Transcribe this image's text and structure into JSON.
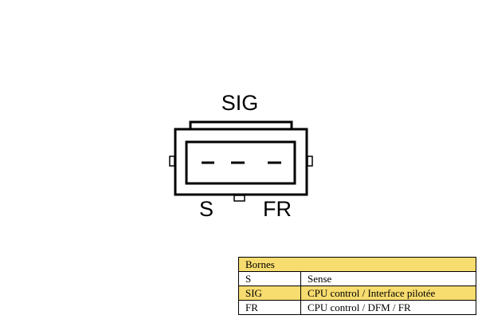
{
  "diagram": {
    "top_pin_label": "SIG",
    "bottom_left_pin_label": "S",
    "bottom_right_pin_label": "FR",
    "outline_color": "#000000"
  },
  "table": {
    "header": "Bornes",
    "header_color": "#f7dc6f",
    "highlight_color": "#f7dc6f",
    "rows": [
      {
        "pin": "S",
        "description": "Sense",
        "highlighted": false
      },
      {
        "pin": "SIG",
        "description": "CPU control / Interface pilotée",
        "highlighted": true
      },
      {
        "pin": "FR",
        "description": "CPU control / DFM / FR",
        "highlighted": false
      }
    ]
  }
}
